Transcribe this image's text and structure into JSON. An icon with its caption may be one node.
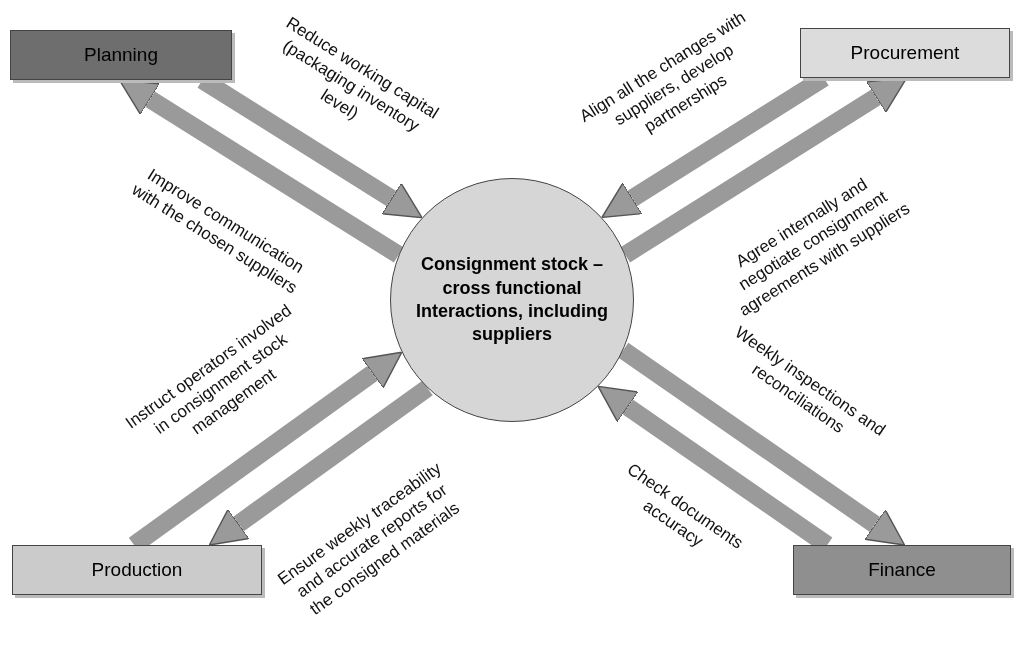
{
  "diagram": {
    "nodes": [
      {
        "text": [
          "Planning"
        ]
      },
      {
        "text": [
          "Procurement"
        ]
      },
      {
        "text": [
          "Consignment stock – cross functional Interactions, including suppliers"
        ]
      },
      {
        "text": [
          "Production"
        ]
      },
      {
        "text": [
          "Finance"
        ]
      }
    ],
    "edges": [
      {
        "from": 0,
        "to": 2,
        "arrow": "to",
        "label": "Reduce working capital (packaging inventory level)"
      },
      {
        "from": 2,
        "to": 0,
        "arrow": "to",
        "label": "Improve communication with the chosen suppliers"
      },
      {
        "from": 1,
        "to": 2,
        "arrow": "to",
        "label": "Align all the changes with suppliers, develop partnerships"
      },
      {
        "from": 2,
        "to": 1,
        "arrow": "to",
        "label": "Agree internally and negotiate consignment agreements with suppliers"
      },
      {
        "from": 3,
        "to": 2,
        "arrow": "to",
        "label": "Instruct operators involved in consignment stock management"
      },
      {
        "from": 2,
        "to": 3,
        "arrow": "to",
        "label": "Ensure weekly traceability and accurate reports for the consigned materials"
      },
      {
        "from": 2,
        "to": 4,
        "arrow": "to",
        "label": "Weekly inspections and reconciliations"
      },
      {
        "from": 4,
        "to": 2,
        "arrow": "to",
        "label": "Check documents accuracy"
      }
    ]
  }
}
